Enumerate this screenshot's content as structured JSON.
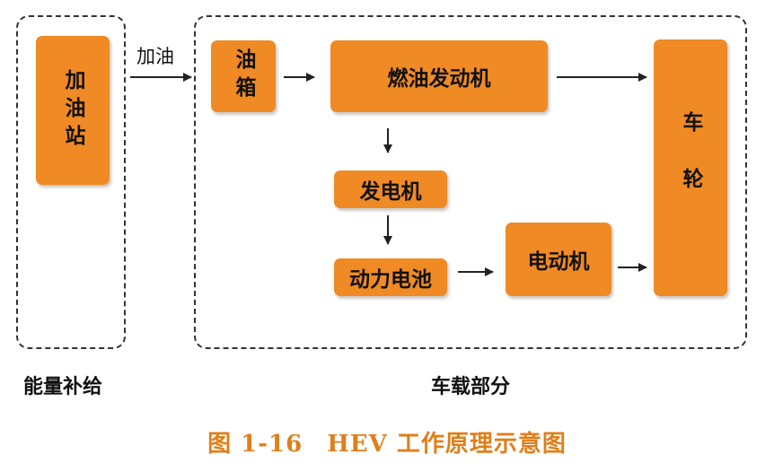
{
  "diagram": {
    "groups": {
      "energy_supply": "能量补给",
      "onboard": "车载部分"
    },
    "nodes": {
      "gas_station": "加油站",
      "fuel_tank": "油箱",
      "engine": "燃油发动机",
      "generator": "发电机",
      "battery": "动力电池",
      "motor": "电动机",
      "wheels": "车轮"
    },
    "edge_labels": {
      "refuel": "加油"
    },
    "caption": "图 1-16　HEV 工作原理示意图"
  },
  "colors": {
    "node_fill": "#f08a24",
    "caption": "#e07f1a",
    "line": "#222222"
  }
}
